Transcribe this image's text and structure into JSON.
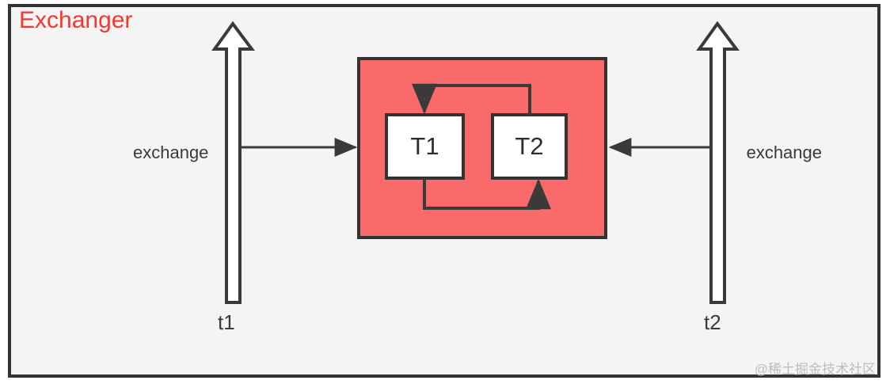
{
  "diagram": {
    "title": "Exchanger",
    "title_color": "#f4372f",
    "frame_border_color": "#333333",
    "frame_background": "#f4f4f4",
    "watermark": "@稀土掘金技术社区"
  },
  "exchanger_box": {
    "fill_color": "#fa6a6a",
    "border_color": "#333333",
    "threads": [
      {
        "id": "T1",
        "label": "T1"
      },
      {
        "id": "T2",
        "label": "T2"
      }
    ]
  },
  "threads_outside": [
    {
      "id": "t1",
      "label": "t1",
      "side": "left",
      "edge_label": "exchange"
    },
    {
      "id": "t2",
      "label": "t2",
      "side": "right",
      "edge_label": "exchange"
    }
  ],
  "labels": {
    "exchange_left": "exchange",
    "exchange_right": "exchange",
    "t1": "t1",
    "t2": "t2",
    "T1": "T1",
    "T2": "T2"
  },
  "connectors": [
    {
      "name": "t1-to-exchanger",
      "from": "t1",
      "to": "exchanger",
      "direction": "right"
    },
    {
      "name": "t2-to-exchanger",
      "from": "t2",
      "to": "exchanger",
      "direction": "left"
    },
    {
      "name": "T2-to-T1",
      "from": "T2",
      "to": "T1",
      "direction": "down-into-T1"
    },
    {
      "name": "T1-to-T2",
      "from": "T1",
      "to": "T2",
      "direction": "up-into-T2"
    }
  ]
}
